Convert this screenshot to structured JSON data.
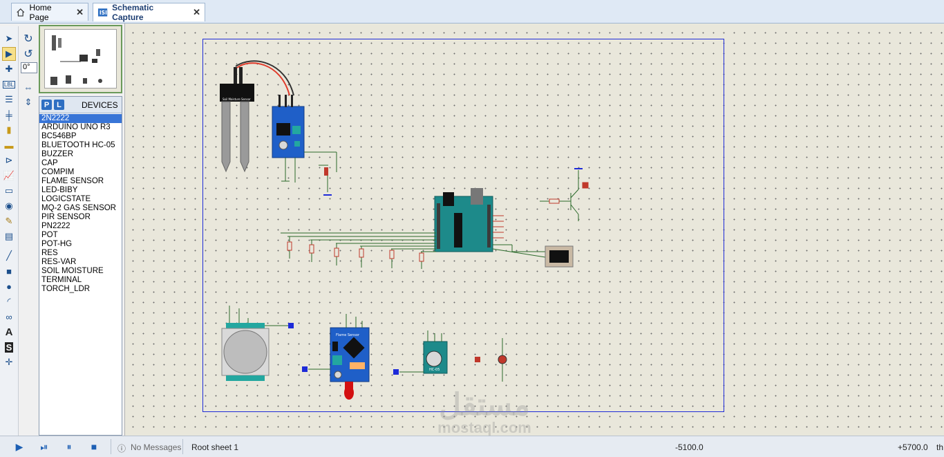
{
  "tabs": [
    {
      "label": "Home Page",
      "icon": "home-icon"
    },
    {
      "label": "Schematic Capture",
      "icon": "schematic-icon"
    }
  ],
  "rotation": {
    "angle": "0°"
  },
  "devices_panel": {
    "p_label": "P",
    "l_label": "L",
    "title": "DEVICES",
    "items": [
      "2N2222",
      "ARDUINO UNO R3",
      "BC546BP",
      "BLUETOOTH HC-05",
      "BUZZER",
      "CAP",
      "COMPIM",
      "FLAME SENSOR",
      "LED-BIBY",
      "LOGICSTATE",
      "MQ-2 GAS SENSOR",
      "PIR SENSOR",
      "PN2222",
      "POT",
      "POT-HG",
      "RES",
      "RES-VAR",
      "SOIL MOISTURE",
      "TERMINAL",
      "TORCH_LDR"
    ],
    "selected": "2N2222"
  },
  "schematic": {
    "soil_sensor_label": "Soil Moisture Sensor",
    "flame_sensor_label": "Flame Sensor",
    "bt_label": "HC-05"
  },
  "status": {
    "messages": "No Messages",
    "sheet": "Root sheet 1",
    "coord_x": "-5100.0",
    "coord_y": "+5700.0",
    "unit": "th"
  },
  "watermark": {
    "arabic": "مستقل",
    "latin": "mostaql.com"
  },
  "colors": {
    "accent": "#3875d7",
    "sheet_border": "#1d2ad8",
    "canvas": "#e9e7db"
  }
}
